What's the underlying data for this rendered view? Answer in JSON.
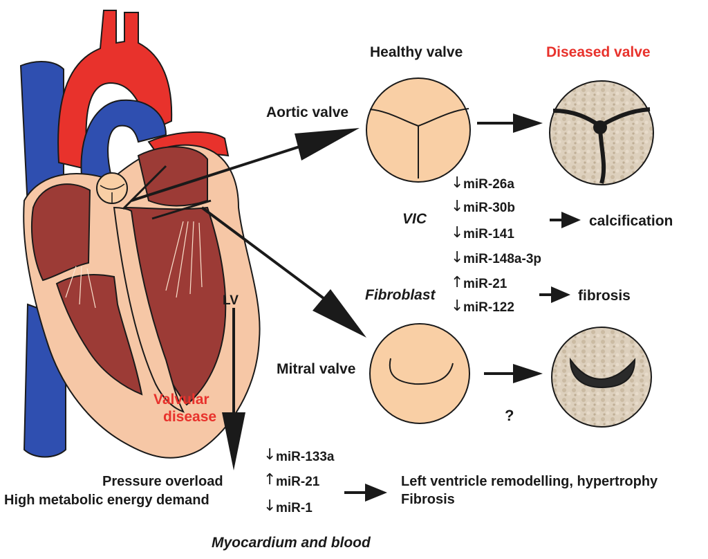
{
  "headers": {
    "healthy": "Healthy valve",
    "diseased": "Diseased valve"
  },
  "valves": {
    "aortic": "Aortic valve",
    "mitral": "Mitral valve",
    "question": "?"
  },
  "heart": {
    "lv": "LV"
  },
  "vic": {
    "label": "VIC",
    "mirs": [
      {
        "dir": "↓",
        "name": "miR-26a"
      },
      {
        "dir": "↓",
        "name": "miR-30b"
      },
      {
        "dir": "↓",
        "name": "miR-141"
      },
      {
        "dir": "↓",
        "name": "miR-148a-3p"
      }
    ],
    "outcome": "calcification"
  },
  "fibroblast": {
    "label": "Fibroblast",
    "mirs": [
      {
        "dir": "↑",
        "name": "miR-21"
      },
      {
        "dir": "↓",
        "name": "miR-122"
      }
    ],
    "outcome": "fibrosis"
  },
  "valvular_disease": {
    "line1": "Valvular",
    "line2": "disease"
  },
  "myocardium": {
    "conditions": [
      "Pressure overload",
      "High metabolic energy demand"
    ],
    "mirs": [
      {
        "dir": "↓",
        "name": "miR-133a"
      },
      {
        "dir": "↑",
        "name": "miR-21"
      },
      {
        "dir": "↓",
        "name": "miR-1"
      }
    ],
    "outcomes": [
      "Left ventricle remodelling, hypertrophy",
      "Fibrosis"
    ],
    "caption": "Myocardium and blood"
  },
  "colors": {
    "artery_red": "#e8322c",
    "vein_blue": "#2f4fb0",
    "muscle": "#f6c7a6",
    "chamber": "#9c3b36",
    "valve_fill": "#f9cfa5",
    "calcified": "#d9cbb6",
    "accent_red": "#e8322c"
  }
}
